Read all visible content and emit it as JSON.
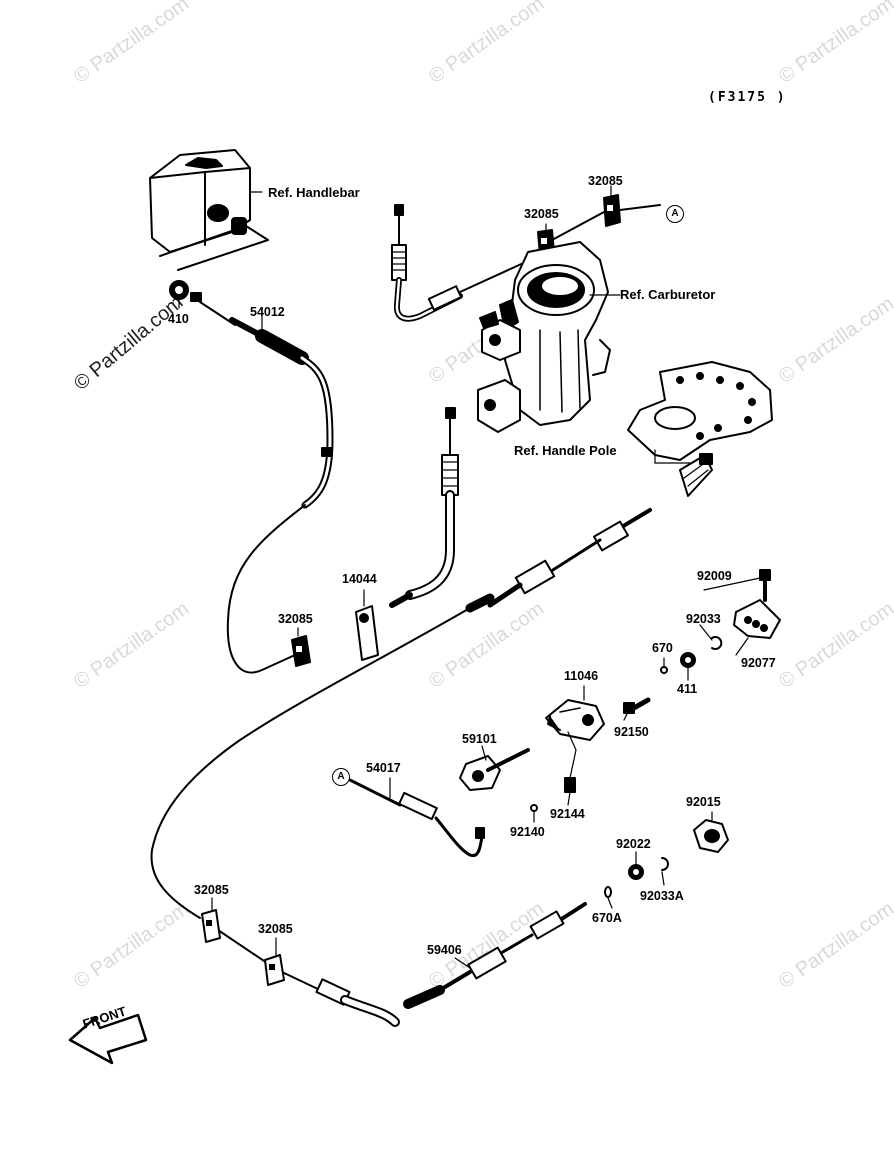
{
  "diagram_code": "(F3175 )",
  "watermark": "© Partzilla.com",
  "watermark_side": "© Partzilla.com",
  "front_label": "FRONT",
  "references": {
    "handlebar": "Ref. Handlebar",
    "carburetor": "Ref. Carburetor",
    "handle_pole": "Ref. Handle Pole"
  },
  "connector": "A",
  "parts": {
    "p32085_a": "32085",
    "p32085_b": "32085",
    "p32085_c": "32085",
    "p32085_d": "32085",
    "p32085_e": "32085",
    "p410": "410",
    "p54012": "54012",
    "p14044": "14044",
    "p92009": "92009",
    "p92033": "92033",
    "p92077": "92077",
    "p670": "670",
    "p411": "411",
    "p11046": "11046",
    "p92150": "92150",
    "p59101": "59101",
    "p54017": "54017",
    "p92144": "92144",
    "p92140": "92140",
    "p92015": "92015",
    "p92022": "92022",
    "p92033A": "92033A",
    "p670A": "670A",
    "p59406": "59406"
  }
}
